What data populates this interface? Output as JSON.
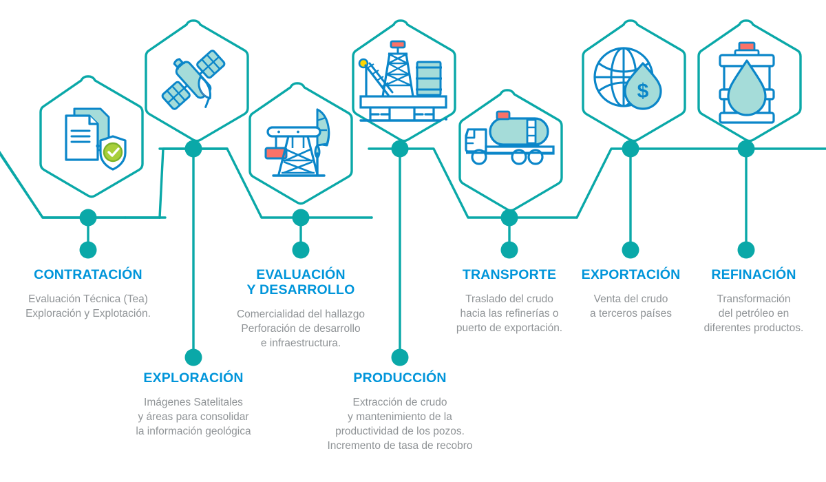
{
  "palette": {
    "teal": "#0aa8a8",
    "blue": "#0095da",
    "blue_dark": "#0b7fc4",
    "light_teal_fill": "#a5dcd9",
    "pale_blue_fill": "#b9e2ef",
    "coral": "#fa7268",
    "green": "#a8cf3a",
    "green_dark": "#7db32b",
    "yellow": "#ffd500",
    "text_gray": "#8f9396",
    "white": "#ffffff"
  },
  "diagram": {
    "title_color": "#0095da",
    "line_color": "#0aa8a8",
    "orientation": "horizontal-timeline"
  },
  "stages": [
    {
      "id": "contratacion",
      "title": "CONTRATACIÓN",
      "description": "Evaluación Técnica (Tea)\nExploración y Explotación.",
      "icon": "document-shield-check-icon",
      "row": "upper"
    },
    {
      "id": "exploracion",
      "title": "EXPLORACIÓN",
      "description": "Imágenes Satelitales\ny áreas para consolidar\nla información geológica",
      "icon": "satellite-icon",
      "row": "lower"
    },
    {
      "id": "evaluacion-y-desarrollo",
      "title": "EVALUACIÓN\nY DESARROLLO",
      "description": "Comercialidad del hallazgo\nPerforación de desarrollo\ne infraestructura.",
      "icon": "pumpjack-icon",
      "row": "upper"
    },
    {
      "id": "produccion",
      "title": "PRODUCCIÓN",
      "description": "Extracción de crudo\ny mantenimiento de la\nproductividad de los pozos.\nIncremento de tasa de recobro",
      "icon": "offshore-rig-icon",
      "row": "lower"
    },
    {
      "id": "transporte",
      "title": "TRANSPORTE",
      "description": "Traslado del crudo\nhacia las refinerías o\npuerto de exportación.",
      "icon": "tanker-truck-icon",
      "row": "upper"
    },
    {
      "id": "exportacion",
      "title": "EXPORTACIÓN",
      "description": "Venta del crudo\na terceros países",
      "icon": "globe-dollar-drop-icon",
      "row": "upper"
    },
    {
      "id": "refinacion",
      "title": "REFINACIÓN",
      "description": "Transformación\ndel petróleo en\ndiferentes productos.",
      "icon": "oil-barrel-drop-icon",
      "row": "upper"
    }
  ]
}
